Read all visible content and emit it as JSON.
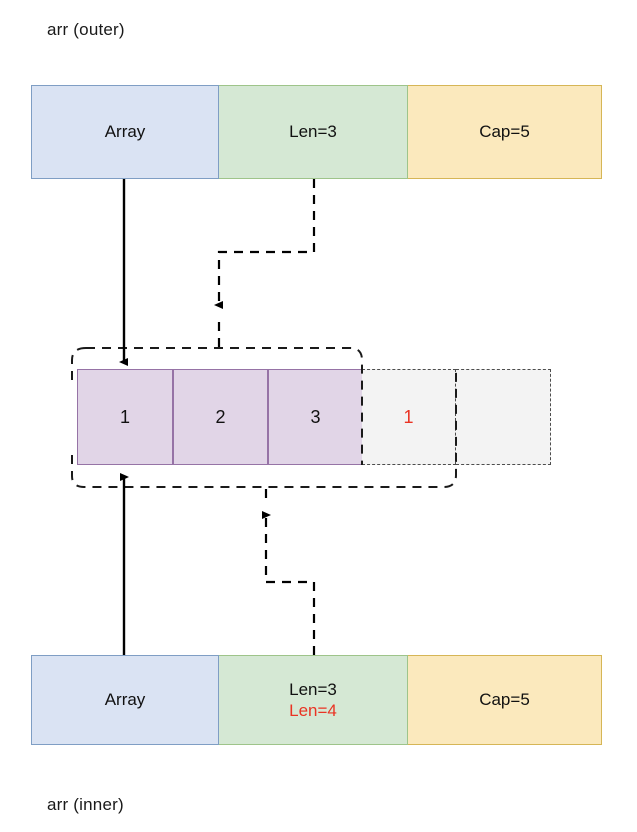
{
  "diagram": {
    "title_outer": "arr (outer)",
    "title_inner": "arr (inner)",
    "colors": {
      "array_field": "#dae3f3",
      "len_field": "#d5e8d4",
      "cap_field": "#fbe9bd",
      "slot_filled": "#e1d5e7",
      "slot_empty": "#f3f3f3",
      "highlight": "#ea3323",
      "stroke": "#000000"
    },
    "outer_struct": {
      "array_label": "Array",
      "len_label": "Len=3",
      "cap_label": "Cap=5"
    },
    "inner_struct": {
      "array_label": "Array",
      "len_label": "Len=3",
      "len_label_new": "Len=4",
      "cap_label": "Cap=5"
    },
    "backing_array": {
      "slots": [
        {
          "value": "1",
          "state": "filled"
        },
        {
          "value": "2",
          "state": "filled"
        },
        {
          "value": "3",
          "state": "filled"
        },
        {
          "value": "1",
          "state": "empty-highlight"
        },
        {
          "value": "",
          "state": "empty"
        }
      ]
    }
  }
}
